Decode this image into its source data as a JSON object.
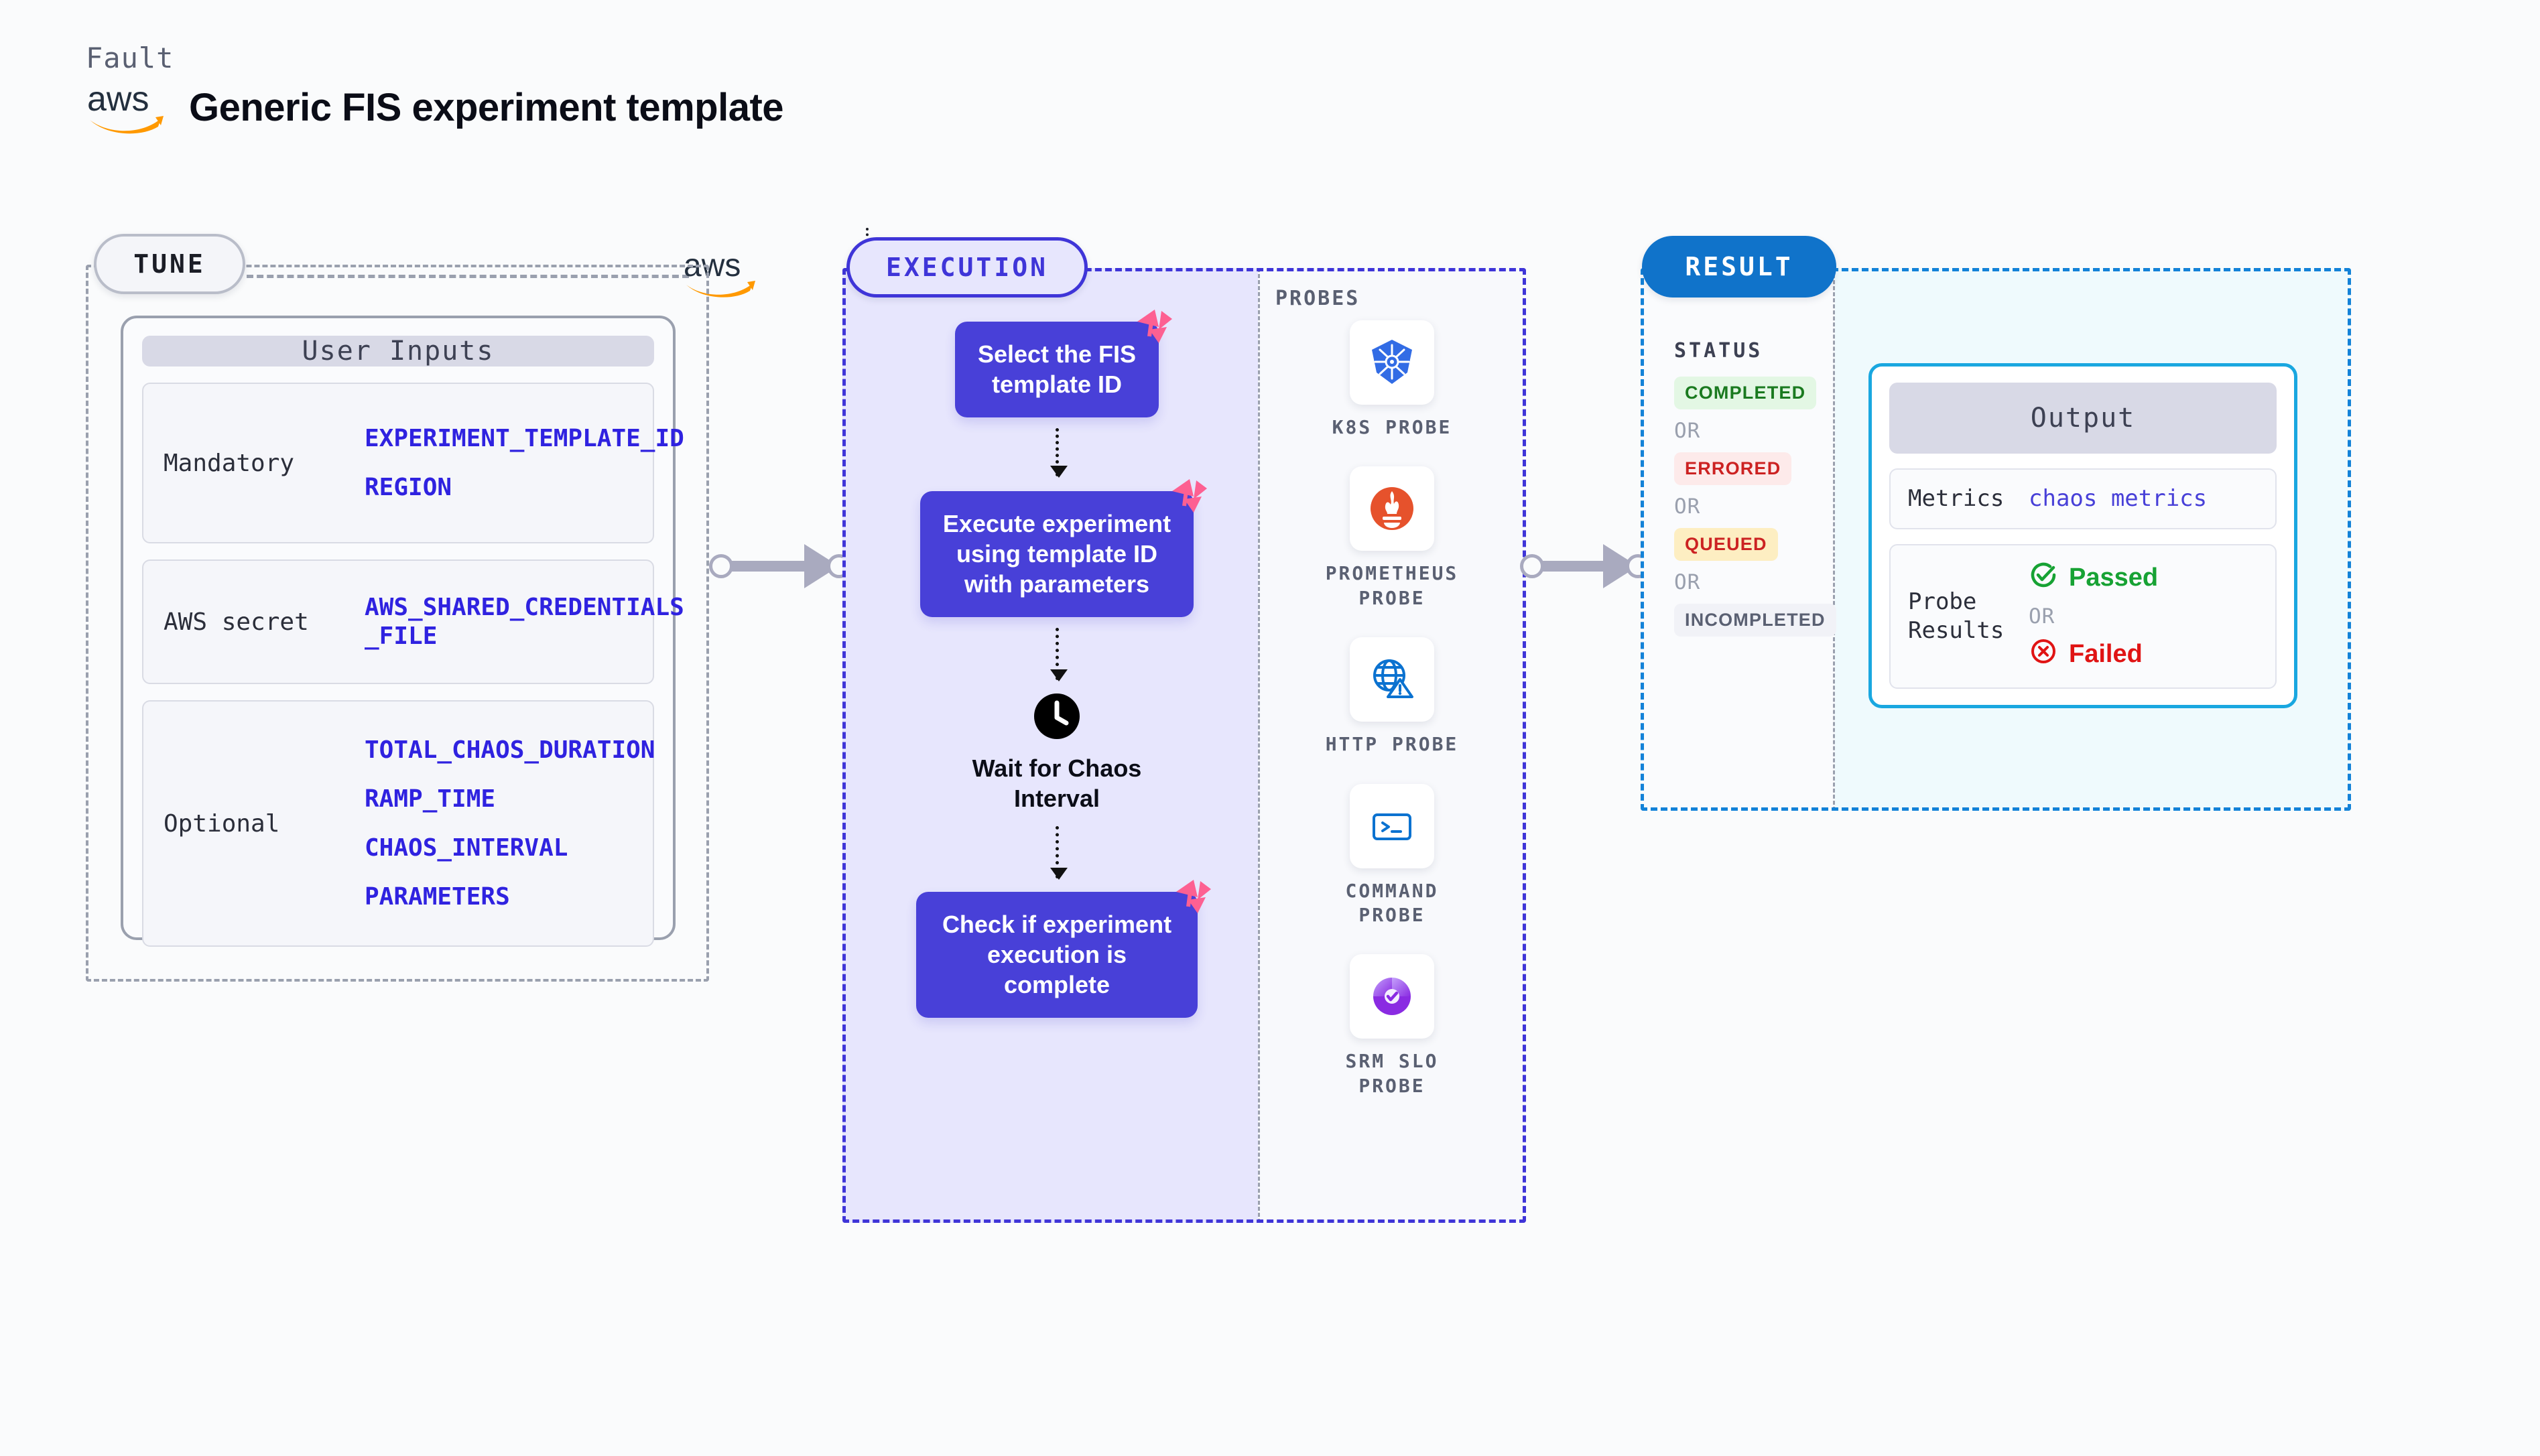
{
  "header": {
    "kicker": "Fault",
    "title": "Generic FIS experiment template",
    "logo_name": "aws-logo"
  },
  "tune": {
    "badge": "TUNE",
    "card_title": "User Inputs",
    "rows": [
      {
        "label": "Mandatory",
        "values": [
          "EXPERIMENT_TEMPLATE_ID",
          "REGION"
        ]
      },
      {
        "label": "AWS secret",
        "values": [
          "AWS_SHARED_CREDENTIALS\n_FILE"
        ]
      },
      {
        "label": "Optional",
        "values": [
          "TOTAL_CHAOS_DURATION",
          "RAMP_TIME",
          "CHAOS_INTERVAL",
          "PARAMETERS"
        ]
      }
    ]
  },
  "execution": {
    "badge": "EXECUTION",
    "steps": [
      {
        "text": "Select the FIS\ntemplate ID",
        "mark": "litmus-mark-icon"
      },
      {
        "text": "Execute experiment\nusing template ID\nwith parameters",
        "mark": "litmus-mark-icon"
      }
    ],
    "wait": {
      "icon": "clock-icon",
      "label": "Wait for Chaos\nInterval"
    },
    "final_step": {
      "text": "Check if experiment\nexecution is complete",
      "mark": "litmus-mark-icon"
    }
  },
  "probes": {
    "title": "PROBES",
    "items": [
      {
        "label": "K8S PROBE",
        "icon": "kubernetes-icon"
      },
      {
        "label": "PROMETHEUS\nPROBE",
        "icon": "prometheus-icon"
      },
      {
        "label": "HTTP PROBE",
        "icon": "http-globe-icon"
      },
      {
        "label": "COMMAND\nPROBE",
        "icon": "terminal-icon"
      },
      {
        "label": "SRM SLO\nPROBE",
        "icon": "srm-slo-icon"
      }
    ]
  },
  "result": {
    "badge": "RESULT",
    "status_title": "STATUS",
    "or_text": "OR",
    "statuses": [
      {
        "label": "COMPLETED",
        "text_color": "#1a7a1f",
        "bg_color": "#e3f7e4"
      },
      {
        "label": "ERRORED",
        "text_color": "#cc2222",
        "bg_color": "#fdeaea"
      },
      {
        "label": "QUEUED",
        "text_color": "#cc2222",
        "bg_color": "#fdeec2"
      },
      {
        "label": "INCOMPLETED",
        "text_color": "#5a6072",
        "bg_color": "#f1f2f7"
      }
    ],
    "output": {
      "title": "Output",
      "metrics_label": "Metrics",
      "metrics_value": "chaos metrics",
      "probe_results_label": "Probe\nResults",
      "passed_label": "Passed",
      "failed_label": "Failed",
      "or_text": "OR",
      "passed_color": "#17a234",
      "failed_color": "#e01414"
    }
  },
  "colors": {
    "purple": "#4840d8",
    "purple_bg": "#e7e6fd",
    "blue": "#1073ca",
    "cyan": "#19a7e0",
    "cyan_bg": "#effafd",
    "pink": "#fd6092",
    "grey": "#9aa0ae"
  }
}
